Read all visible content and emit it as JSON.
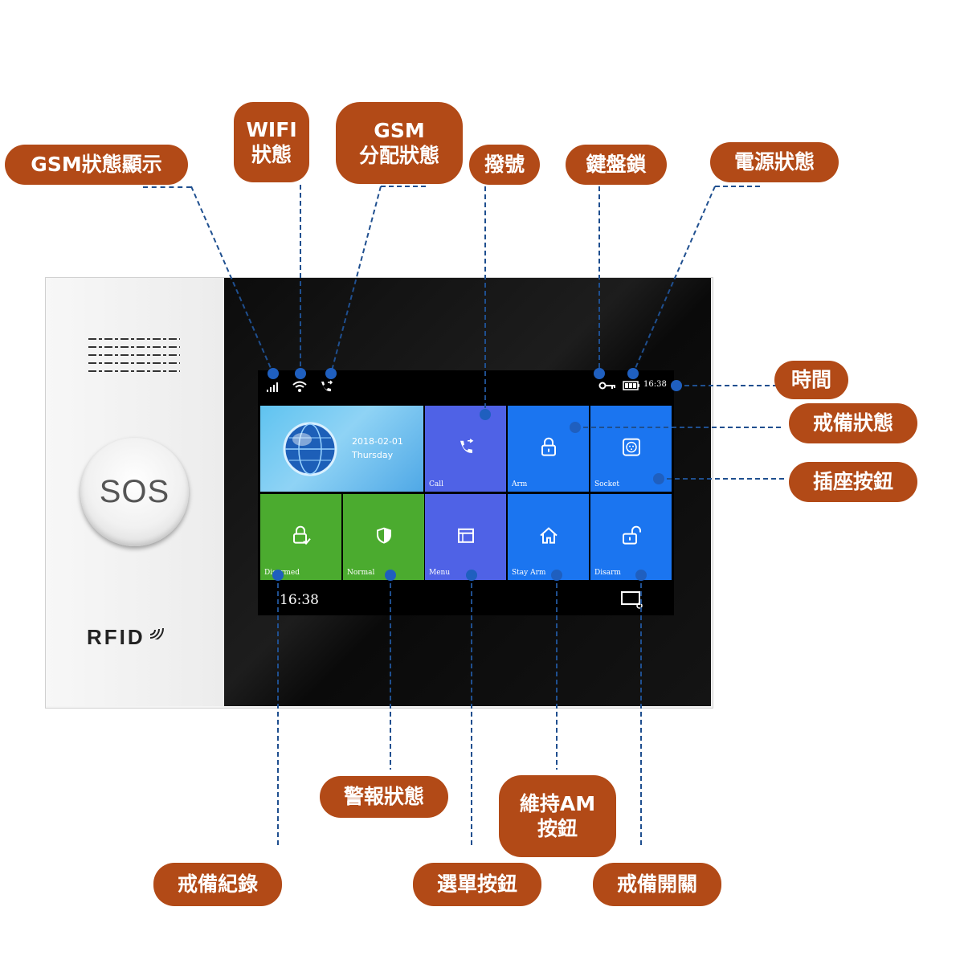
{
  "callouts": {
    "gsm_status": "GSM狀態顯示",
    "wifi_line1": "WIFI",
    "wifi_line2": "狀態",
    "gsm_alloc_line1": "GSM",
    "gsm_alloc_line2": "分配狀態",
    "dial": "撥號",
    "keypad_lock": "鍵盤鎖",
    "power_status": "電源狀態",
    "time": "時間",
    "arm_status": "戒備狀態",
    "socket_button": "插座按鈕",
    "alarm_status": "警報狀態",
    "stay_am_line1": "維持AM",
    "stay_am_line2": "按鈕",
    "arm_log": "戒備紀錄",
    "menu_button": "選單按鈕",
    "arm_switch": "戒備開關"
  },
  "device": {
    "sos_label": "SOS",
    "rfid_label": "RFID"
  },
  "screen": {
    "status_time": "16:38",
    "date": "2018-02-01",
    "weekday": "Thursday",
    "bottom_time": "16:38",
    "tiles": {
      "call": "Call",
      "arm": "Arm",
      "socket": "Socket",
      "disarmed": "Disarmed",
      "normal": "Normal",
      "menu": "Menu",
      "stay_arm": "Stay Arm",
      "disarm": "Disarm"
    }
  },
  "colors": {
    "callout": "#b24a17",
    "tile_blue": "#1b75f0",
    "tile_purple": "#4f62e6",
    "tile_green": "#4bab2f",
    "leader_line": "#1f4f8f"
  }
}
